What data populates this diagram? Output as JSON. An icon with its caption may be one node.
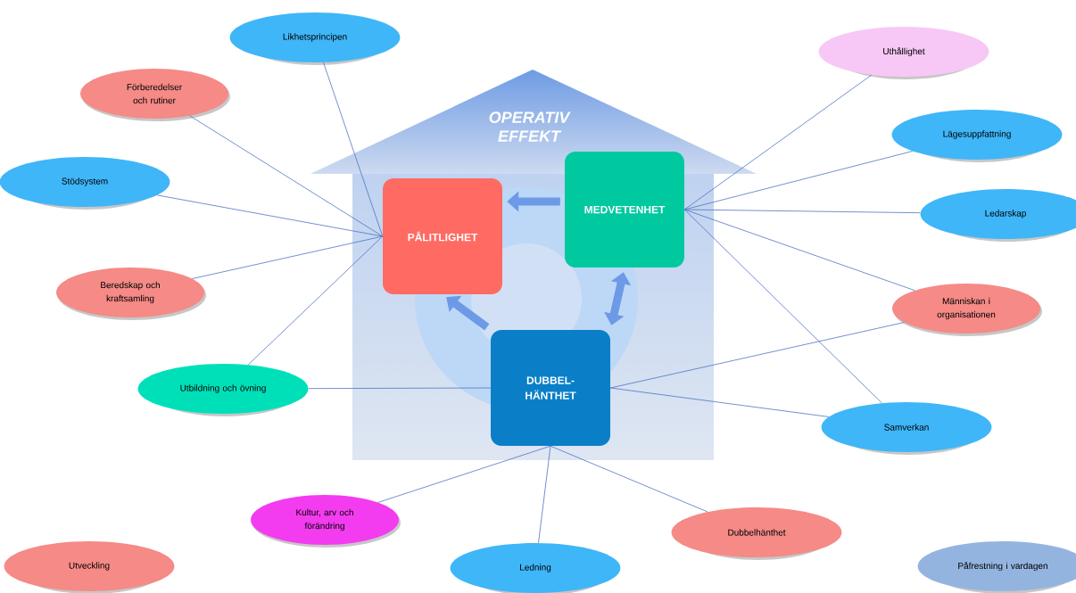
{
  "diagram": {
    "nodes": [
      {
        "text": [
          "OPERATIV EFFEKT"
        ]
      },
      {
        "text": [
          "Likhetsprincipen"
        ]
      },
      {
        "text": [
          "Uthållighet"
        ]
      },
      {
        "text": [
          "Förberedelser och rutiner"
        ]
      },
      {
        "text": [
          "Lägesuppfattning"
        ]
      },
      {
        "text": [
          "Stödsystem"
        ]
      },
      {
        "text": [
          "PÅLITLIGHET"
        ],
        "in": 0
      },
      {
        "text": [
          "MEDVETENHET"
        ],
        "in": 0
      },
      {
        "text": [
          "Ledarskap"
        ]
      },
      {
        "text": [
          "Beredskap och kraftsamling"
        ]
      },
      {
        "text": [
          "Människan i organisationen"
        ]
      },
      {
        "text": [
          "DUBBEL-HÄNTHET"
        ],
        "in": 0
      },
      {
        "text": [
          "Utbildning och övning"
        ]
      },
      {
        "text": [
          "Samverkan"
        ]
      },
      {
        "text": [
          "Kultur, arv och förändring"
        ]
      },
      {
        "text": [
          "Dubbelhänthet"
        ]
      },
      {
        "text": [
          "Utveckling"
        ]
      },
      {
        "text": [
          "Ledning"
        ]
      },
      {
        "text": [
          "Påfrestning i vardagen"
        ]
      }
    ],
    "edges": [
      {
        "from": 1,
        "to": 6,
        "arrow": "none"
      },
      {
        "from": 3,
        "to": 6,
        "arrow": "none"
      },
      {
        "from": 5,
        "to": 6,
        "arrow": "none"
      },
      {
        "from": 9,
        "to": 6,
        "arrow": "none"
      },
      {
        "from": 12,
        "to": 6,
        "arrow": "none"
      },
      {
        "from": 2,
        "to": 7,
        "arrow": "none"
      },
      {
        "from": 4,
        "to": 7,
        "arrow": "none"
      },
      {
        "from": 8,
        "to": 7,
        "arrow": "none"
      },
      {
        "from": 10,
        "to": 7,
        "arrow": "none"
      },
      {
        "from": 13,
        "to": 7,
        "arrow": "none"
      },
      {
        "from": 12,
        "to": 11,
        "arrow": "none"
      },
      {
        "from": 10,
        "to": 11,
        "arrow": "none"
      },
      {
        "from": 13,
        "to": 11,
        "arrow": "none"
      },
      {
        "from": 14,
        "to": 11,
        "arrow": "none"
      },
      {
        "from": 17,
        "to": 11,
        "arrow": "none"
      },
      {
        "from": 15,
        "to": 11,
        "arrow": "none"
      },
      {
        "from": 7,
        "to": 6,
        "arrow": "to",
        "style": "thick",
        "color": "#6d9ae6"
      },
      {
        "from": 11,
        "to": 6,
        "arrow": "to",
        "style": "thick",
        "color": "#6d9ae6"
      },
      {
        "from": 11,
        "to": 7,
        "arrow": "both",
        "style": "thick",
        "color": "#6d9ae6"
      }
    ]
  }
}
